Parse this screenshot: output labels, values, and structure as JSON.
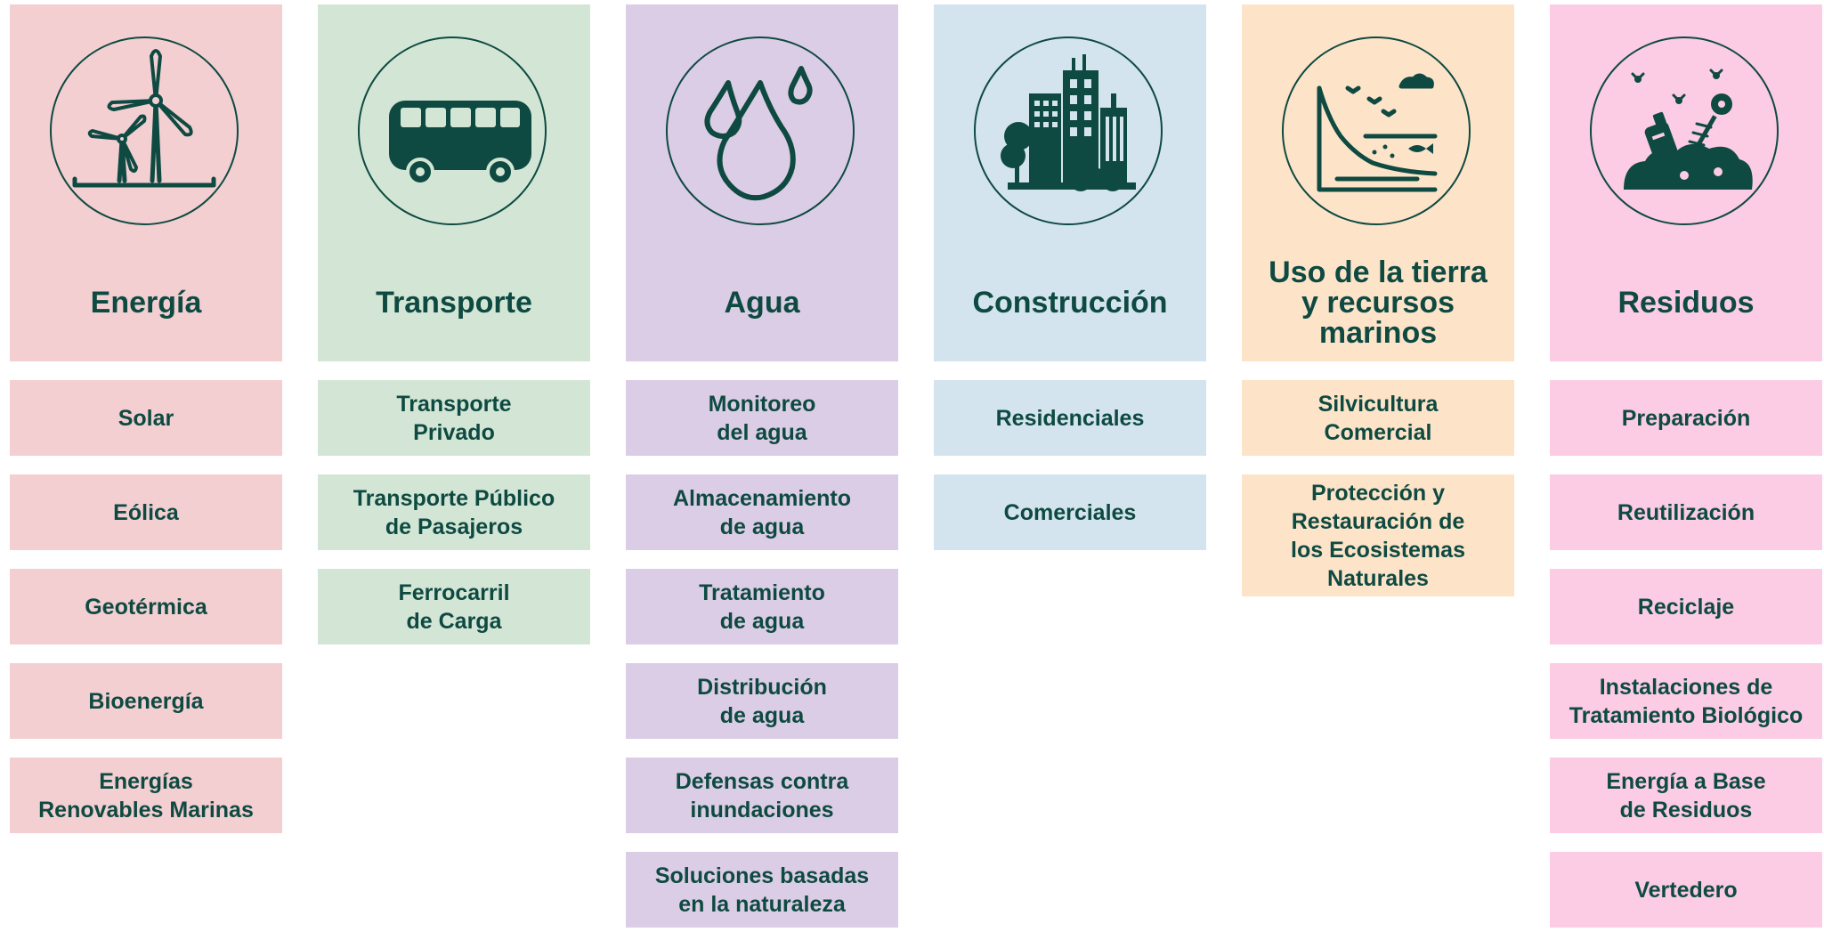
{
  "columns": [
    {
      "title": "Energía",
      "icon": "wind-turbine-icon",
      "header_color": "#f3cfd2",
      "item_color": "#f3cfd2",
      "items": [
        "Solar",
        "Eólica",
        "Geotérmica",
        "Bioenergía",
        "Energías\nRenovables Marinas"
      ]
    },
    {
      "title": "Transporte",
      "icon": "bus-icon",
      "header_color": "#d3e6d6",
      "item_color": "#d3e6d6",
      "items": [
        "Transporte\nPrivado",
        "Transporte Público\nde Pasajeros",
        "Ferrocarril\nde Carga"
      ]
    },
    {
      "title": "Agua",
      "icon": "water-drops-icon",
      "header_color": "#dccde6",
      "item_color": "#dccde6",
      "items": [
        "Monitoreo\ndel agua",
        "Almacenamiento\nde agua",
        "Tratamiento\nde agua",
        "Distribución\nde agua",
        "Defensas contra\ninundaciones",
        "Soluciones basadas\nen la naturaleza"
      ]
    },
    {
      "title": "Construcción",
      "icon": "city-buildings-icon",
      "header_color": "#d3e4ee",
      "item_color": "#d3e4ee",
      "items": [
        "Residenciales",
        "Comerciales"
      ]
    },
    {
      "title": "Uso de la tierra\ny recursos\nmarinos",
      "icon": "coastline-icon",
      "header_color": "#fde4c9",
      "item_color": "#fde4c9",
      "items": [
        "Silvicultura\nComercial",
        "Protección y\nRestauración de\nlos Ecosistemas\nNaturales"
      ]
    },
    {
      "title": "Residuos",
      "icon": "waste-pile-icon",
      "header_color": "#fbcce4",
      "item_color": "#fbcce4",
      "items": [
        "Preparación",
        "Reutilización",
        "Reciclaje",
        "Instalaciones de\nTratamiento Biológico",
        "Energía a Base\nde Residuos",
        "Vertedero"
      ]
    }
  ],
  "text_color": "#0e4a41"
}
